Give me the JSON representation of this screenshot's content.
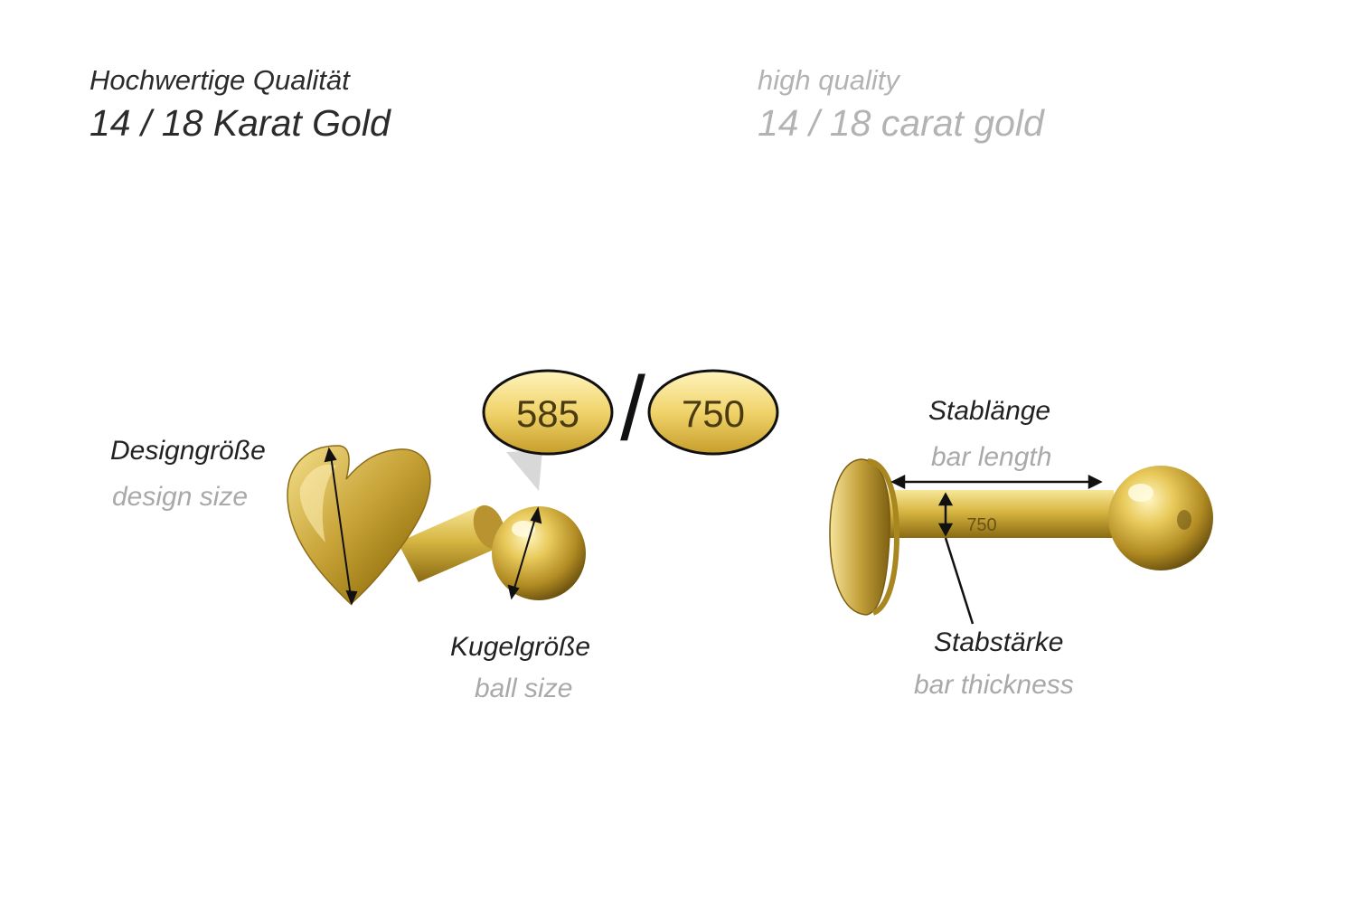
{
  "header": {
    "de_line1": "Hochwertige Qualität",
    "de_line2": "14 / 18 Karat Gold",
    "en_line1": "high quality",
    "en_line2": "14 / 18 carat gold"
  },
  "hallmarks": {
    "left": "585",
    "separator": "/",
    "right": "750"
  },
  "labels": {
    "design_size_de": "Designgröße",
    "design_size_en": "design size",
    "ball_size_de": "Kugelgröße",
    "ball_size_en": "ball size",
    "bar_length_de": "Stablänge",
    "bar_length_en": "bar length",
    "bar_thickness_de": "Stabstärke",
    "bar_thickness_en": "bar thickness",
    "bar_engraving": "750"
  },
  "colors": {
    "gold_light": "#f7e79a",
    "gold_mid": "#d9b840",
    "gold_dark": "#8a6a12",
    "text_dark": "#2b2b2b",
    "text_light": "#b3b3b3"
  }
}
